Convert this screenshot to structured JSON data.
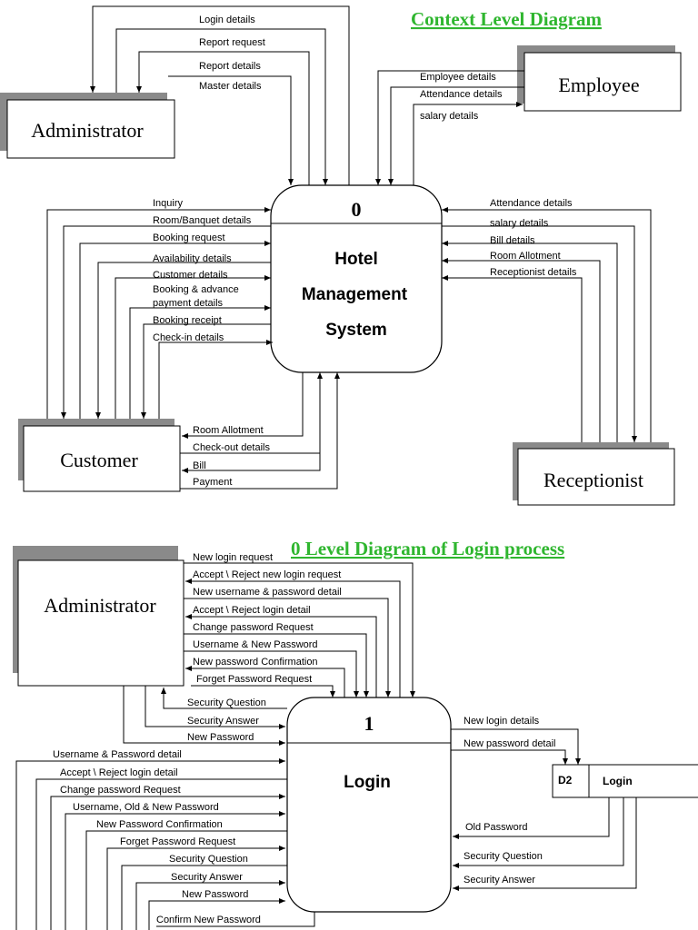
{
  "top": {
    "title": "Context Level Diagram",
    "process": {
      "number": "0",
      "name_lines": [
        "Hotel",
        "Management",
        "System"
      ]
    },
    "entities": {
      "administrator": "Administrator",
      "employee": "Employee",
      "customer": "Customer",
      "receptionist": "Receptionist"
    },
    "admin_flows": [
      "Login details",
      "Report request",
      "Report details",
      "Master details"
    ],
    "employee_flows": [
      "Employee details",
      "Attendance details",
      "salary details"
    ],
    "customer_left_flows": [
      "Inquiry",
      "Room/Banquet details",
      "Booking request",
      "Availability details",
      "Customer details",
      "Booking & advance",
      "payment details",
      "Booking receipt",
      "Check-in details"
    ],
    "customer_bottom_flows": [
      "Room Allotment",
      "Check-out details",
      "Bill",
      "Payment"
    ],
    "receptionist_flows": [
      "Attendance details",
      "salary details",
      "Bill details",
      "Room Allotment",
      "Receptionist details"
    ]
  },
  "bottom": {
    "title": "0 Level Diagram of Login process",
    "process": {
      "number": "1",
      "name": "Login"
    },
    "entity": "Administrator",
    "datastore": {
      "id": "D2",
      "name": "Login"
    },
    "admin_flows": [
      "New login request",
      "Accept \\ Reject new login request",
      "New username & password detail",
      "Accept \\ Reject login detail",
      "Change password Request",
      "Username & New Password",
      "New password Confirmation",
      "Forget Password Request"
    ],
    "admin_bottom_flows": [
      "Security Question",
      "Security Answer",
      "New Password"
    ],
    "left_flows": [
      "Username & Password detail",
      "Accept \\ Reject login detail",
      "Change password Request",
      "Username, Old & New Password",
      "New Password Confirmation",
      "Forget Password Request",
      "Security Question",
      "Security Answer",
      "New Password",
      "Confirm New Password"
    ],
    "store_flows": [
      "New login details",
      "New password detail",
      "Old Password",
      "Security Question",
      "Security Answer"
    ]
  }
}
